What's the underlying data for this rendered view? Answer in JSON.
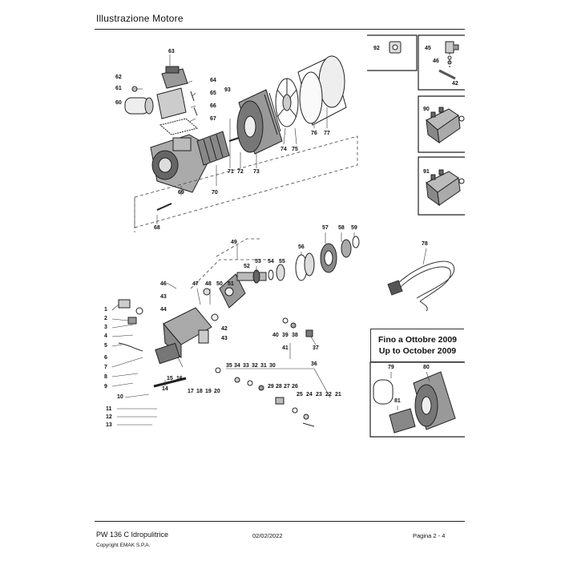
{
  "header": {
    "title": "Illustrazione  Motore"
  },
  "footer": {
    "model": "PW 136 C Idropulitrice",
    "date": "02/02/2022",
    "page": "Pagina 2 - 4",
    "copyright": "Copyright EMAK S.P.A."
  },
  "notice": {
    "line1": "Fino a Ottobre 2009",
    "line2": "Up to October 2009"
  },
  "callouts": {
    "c1": "1",
    "c2": "2",
    "c3": "3",
    "c4": "4",
    "c5": "5",
    "c6": "6",
    "c7": "7",
    "c8": "8",
    "c9": "9",
    "c10": "10",
    "c11": "11",
    "c12": "12",
    "c13": "13",
    "c14": "14",
    "c15": "15",
    "c16": "16",
    "c17": "17",
    "c18": "18",
    "c19": "19",
    "c20": "20",
    "c21": "21",
    "c22": "22",
    "c23": "23",
    "c24": "24",
    "c25": "25",
    "c26": "26",
    "c27": "27",
    "c28": "28",
    "c29": "29",
    "c30": "30",
    "c31": "31",
    "c32": "32",
    "c33": "33",
    "c34": "34",
    "c35": "35",
    "c36": "36",
    "c37": "37",
    "c38": "38",
    "c39": "39",
    "c40": "40",
    "c41": "41",
    "c42a": "42",
    "c42b": "42",
    "c43a": "43",
    "c43b": "43",
    "c44": "44",
    "c45": "45",
    "c46a": "46",
    "c46b": "46",
    "c47": "47",
    "c48": "48",
    "c49": "49",
    "c50": "50",
    "c51": "51",
    "c52": "52",
    "c53": "53",
    "c54": "54",
    "c55": "55",
    "c56": "56",
    "c57": "57",
    "c58": "58",
    "c59": "59",
    "c60": "60",
    "c61": "61",
    "c62": "62",
    "c63": "63",
    "c64": "64",
    "c65": "65",
    "c66": "66",
    "c67": "67",
    "c68": "68",
    "c69": "69",
    "c70": "70",
    "c71": "71",
    "c72": "72",
    "c73": "73",
    "c74": "74",
    "c75": "75",
    "c76": "76",
    "c77": "77",
    "c78": "78",
    "c79": "79",
    "c80": "80",
    "c81": "81",
    "c90": "90",
    "c91": "91",
    "c92": "92",
    "c93": "93"
  }
}
